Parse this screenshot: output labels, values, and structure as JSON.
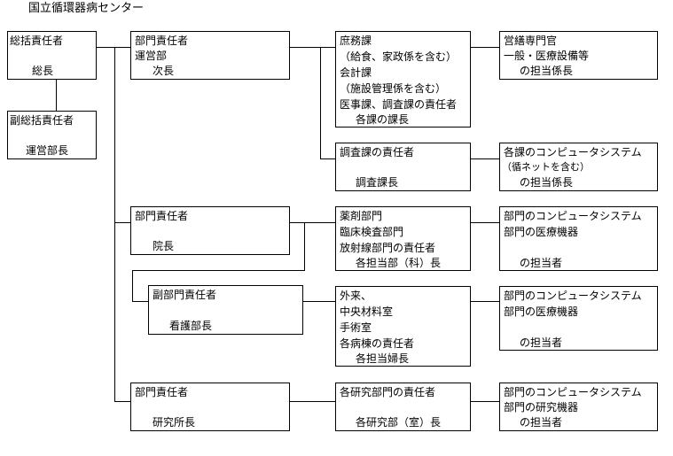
{
  "title": "国立循環器病センター",
  "boxes": {
    "general_manager": {
      "lines": [
        "総括責任者",
        "総長"
      ]
    },
    "vice_general_manager": {
      "lines": [
        "副総括責任者",
        "運営部長"
      ]
    },
    "dept_admin": {
      "lines": [
        "部門責任者",
        "運営部",
        "次長"
      ]
    },
    "dept_hospital": {
      "lines": [
        "部門責任者",
        "院長"
      ]
    },
    "sub_dept_nursing": {
      "lines": [
        "副部門責任者",
        "看護部長"
      ]
    },
    "dept_research": {
      "lines": [
        "部門責任者",
        "研究所長"
      ]
    },
    "admin_sections": {
      "lines": [
        "庶務課",
        "（給食、家政係を含む）",
        "会計課",
        "（施設管理係を含む）",
        "医事課、調査課の責任者",
        "各課の課長"
      ]
    },
    "survey_section": {
      "lines": [
        "調査課の責任者",
        "調査課長"
      ]
    },
    "medical_depts": {
      "lines": [
        "薬剤部門",
        "臨床検査部門",
        "放射線部門の責任者",
        "各担当部（科）長"
      ]
    },
    "nursing_units": {
      "lines": [
        "外来、",
        "中央材料室",
        "手術室",
        "各病棟の責任者",
        "各担当婦長"
      ]
    },
    "research_depts": {
      "lines": [
        "各研究部門の責任者",
        "各研究部（室）長"
      ]
    },
    "facilities_officer": {
      "lines": [
        "営繕専門官",
        "一般・医療設備等",
        "の担当係長"
      ]
    },
    "section_computer": {
      "lines": [
        "各課のコンピュータシステム",
        "（循ネットを含む）",
        "の担当係長"
      ]
    },
    "medical_computer": {
      "lines": [
        "部門のコンピュータシステム",
        "部門の医療機器",
        "の担当者"
      ]
    },
    "nursing_computer": {
      "lines": [
        "部門のコンピュータシステム",
        "部門の医療機器",
        "の担当者"
      ]
    },
    "research_computer": {
      "lines": [
        "部門のコンピュータシステム",
        "部門の研究機器",
        "の担当者"
      ]
    }
  }
}
